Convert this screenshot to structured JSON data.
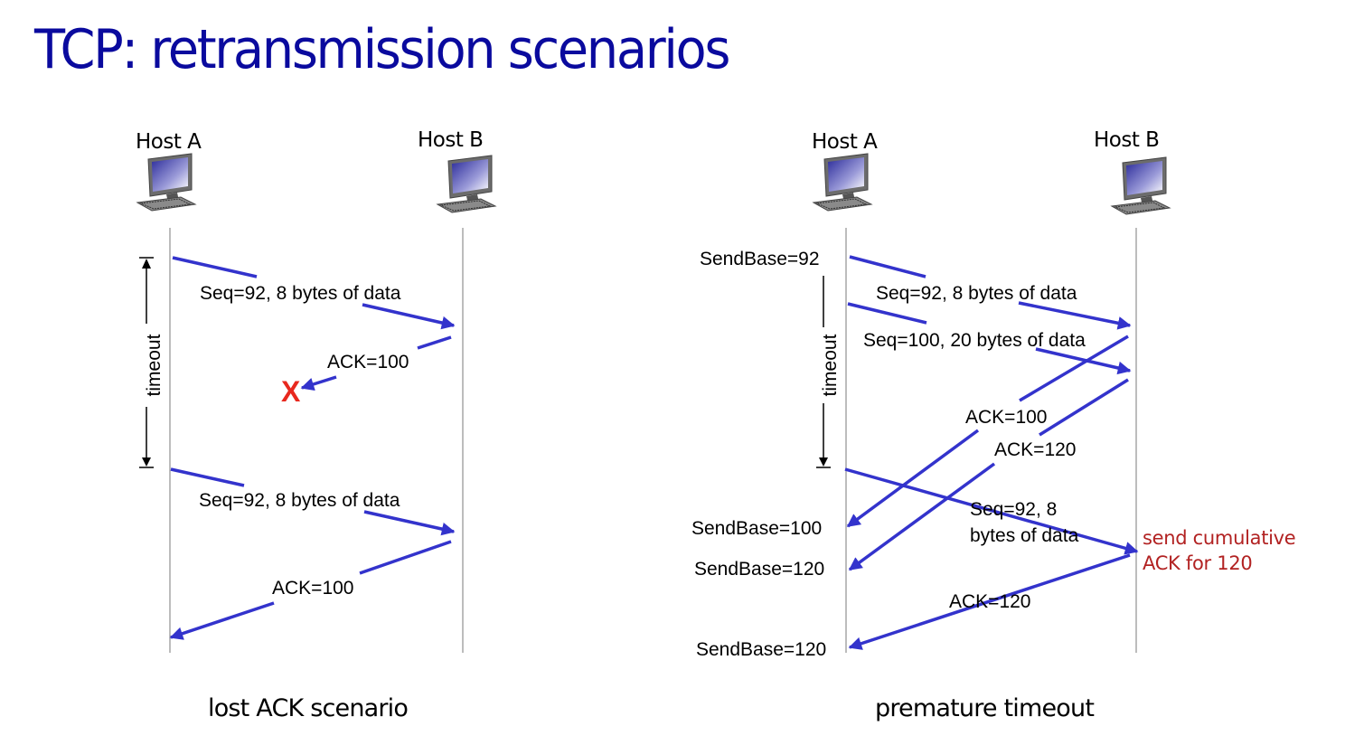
{
  "title": "TCP: retransmission scenarios",
  "colors": {
    "title": "#0a0a9e",
    "message_arrow": "#3333cc",
    "loss_mark": "#e8281e",
    "note": "#b22222",
    "lifeline": "#999999"
  },
  "icons": {
    "host": "desktop-computer-icon",
    "loss": "red-x-icon"
  },
  "left_diagram": {
    "caption": "lost ACK scenario",
    "host_a": "Host A",
    "host_b": "Host B",
    "timeout_label": "timeout",
    "messages": [
      {
        "direction": "A->B",
        "label": "Seq=92, 8 bytes of data",
        "outcome": "delivered"
      },
      {
        "direction": "B->A",
        "label": "ACK=100",
        "outcome": "lost"
      },
      {
        "direction": "A->B",
        "label": "Seq=92, 8 bytes of data",
        "outcome": "delivered"
      },
      {
        "direction": "B->A",
        "label": "ACK=100",
        "outcome": "delivered"
      }
    ],
    "loss_mark": "X"
  },
  "right_diagram": {
    "caption": "premature timeout",
    "host_a": "Host A",
    "host_b": "Host B",
    "timeout_label": "timeout",
    "sendbase_labels": [
      "SendBase=92",
      "SendBase=100",
      "SendBase=120",
      "SendBase=120"
    ],
    "messages": [
      {
        "direction": "A->B",
        "label": "Seq=92, 8 bytes of data"
      },
      {
        "direction": "A->B",
        "label": "Seq=100, 20 bytes of data"
      },
      {
        "direction": "B->A",
        "label": "ACK=100"
      },
      {
        "direction": "B->A",
        "label": "ACK=120"
      },
      {
        "direction": "A->B",
        "label_line1": "Seq=92,  8",
        "label_line2": "bytes of data"
      },
      {
        "direction": "B->A",
        "label": "ACK=120"
      }
    ],
    "note_line1": "send cumulative",
    "note_line2": "ACK for 120"
  }
}
